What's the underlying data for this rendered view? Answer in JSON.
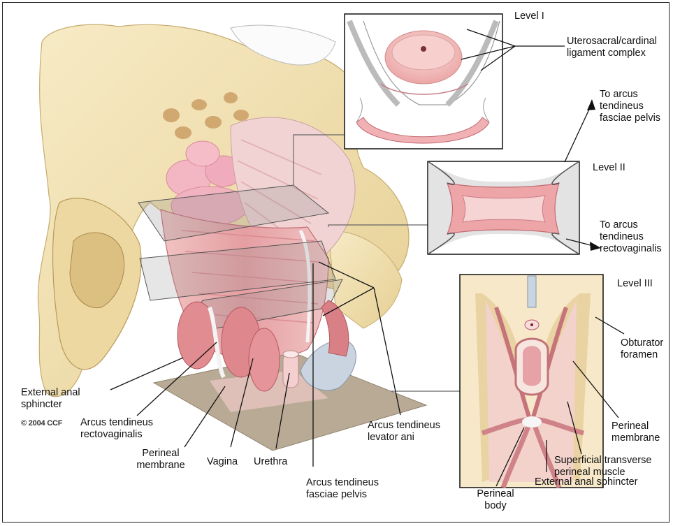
{
  "copyright": "© 2004 CCF",
  "labels": {
    "level_1": "Level I",
    "level_2": "Level II",
    "level_3": "Level III",
    "uterosacral": "Uterosacral/cardinal\nligament complex",
    "to_arcus_fasciae": "To arcus\ntendineus\nfasciae pelvis",
    "to_arcus_rectovaginalis": "To arcus\ntendineus\nrectovaginalis",
    "obturator_foramen": "Obturator\nforamen",
    "perineal_membrane_right": "Perineal\nmembrane",
    "superficial_transverse": "Superficial transverse\nperineal muscle",
    "external_anal_sphincter_right": "External anal sphincter",
    "perineal_body": "Perineal\nbody",
    "external_anal_sphincter_left": "External anal\nsphincter",
    "arcus_rectovaginalis": "Arcus tendineus\nrectovaginalis",
    "perineal_membrane_left": "Perineal\nmembrane",
    "vagina": "Vagina",
    "urethra": "Urethra",
    "arcus_fasciae_pelvis": "Arcus tendineus\nfasciae pelvis",
    "arcus_levator_ani": "Arcus tendineus\nlevator ani"
  },
  "colors": {
    "bone": "#f3e2b3",
    "bone_dark": "#d9bf7f",
    "muscle": "#e9a4a6",
    "muscle_dark": "#c86a70",
    "tissue": "#f6d1d0",
    "fascia": "#dcdcdc",
    "plane": "#b9aa95"
  }
}
